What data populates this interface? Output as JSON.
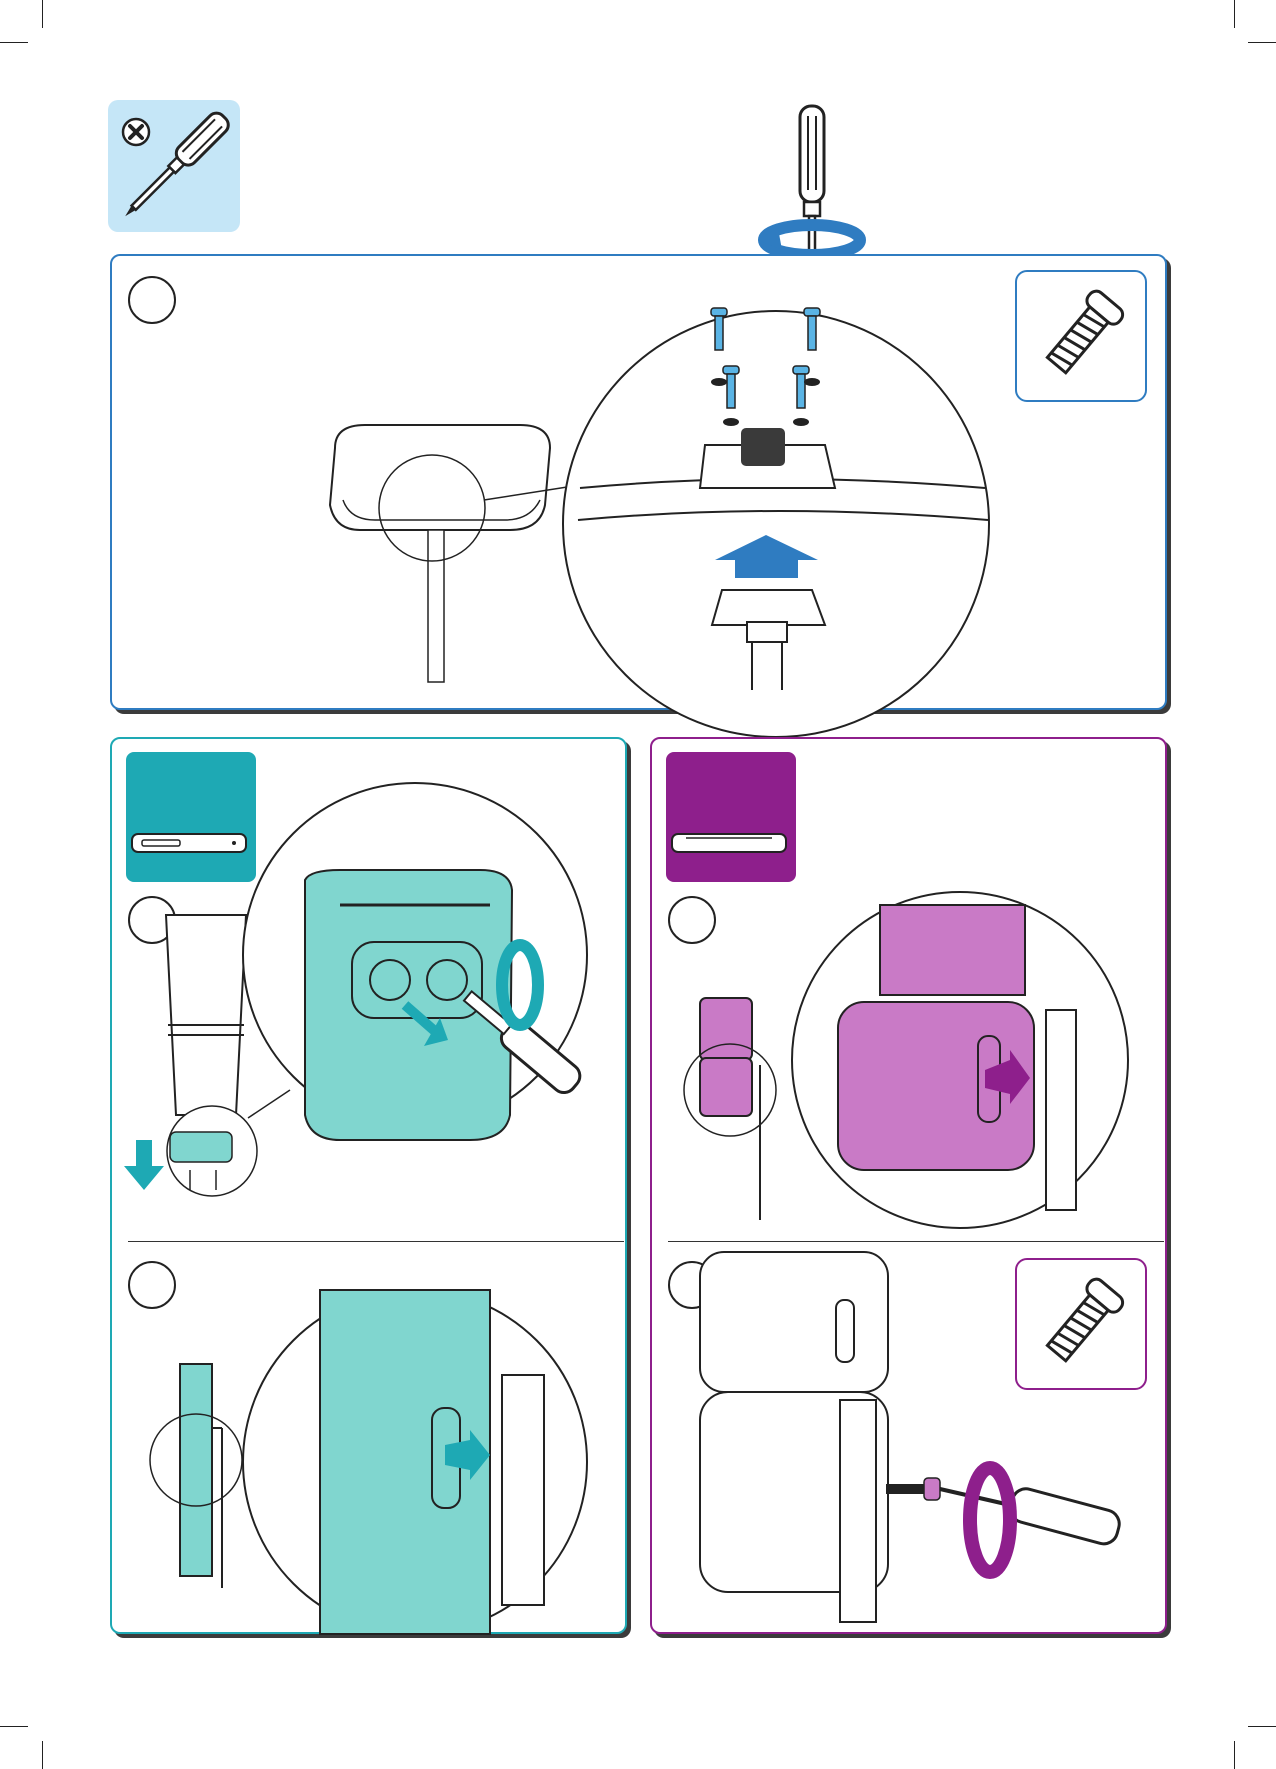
{
  "tool_icon": "phillips-screwdriver-icon",
  "colors": {
    "blue": "#2f7cc1",
    "teal": "#1ea9b4",
    "teal_fill": "#80d6cf",
    "purple": "#8e1f8c",
    "purple_fill": "#c97ac6",
    "tool_bg": "#c5e6f7"
  },
  "steps": [
    {
      "panel": "top"
    },
    {
      "panel": "teal-upper"
    },
    {
      "panel": "teal-lower"
    },
    {
      "panel": "purple-upper"
    },
    {
      "panel": "purple-lower"
    }
  ],
  "footer": {
    "text": ""
  }
}
